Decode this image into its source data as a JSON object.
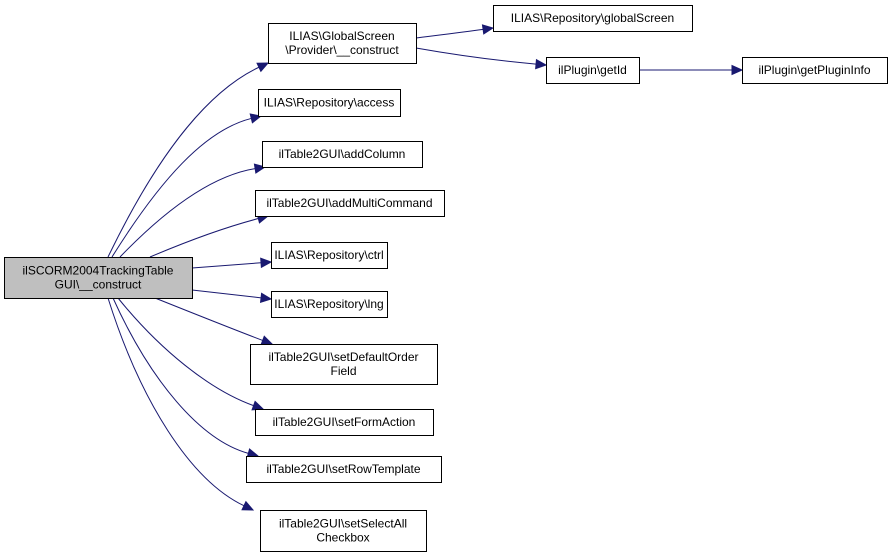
{
  "diagram": {
    "type": "call-graph",
    "edge_color": "#191970",
    "root_fill": "#bfbfbf",
    "node_fill": "#ffffff",
    "nodes": [
      {
        "id": "root",
        "lines": [
          "ilSCORM2004TrackingTable",
          "GUI\\__construct"
        ],
        "root": true
      },
      {
        "id": "gs_provider",
        "lines": [
          "ILIAS\\GlobalScreen",
          "\\Provider\\__construct"
        ]
      },
      {
        "id": "repo_access",
        "lines": [
          "ILIAS\\Repository\\access"
        ]
      },
      {
        "id": "add_column",
        "lines": [
          "ilTable2GUI\\addColumn"
        ]
      },
      {
        "id": "add_multi",
        "lines": [
          "ilTable2GUI\\addMultiCommand"
        ]
      },
      {
        "id": "repo_ctrl",
        "lines": [
          "ILIAS\\Repository\\ctrl"
        ]
      },
      {
        "id": "repo_lng",
        "lines": [
          "ILIAS\\Repository\\lng"
        ]
      },
      {
        "id": "set_default_order",
        "lines": [
          "ilTable2GUI\\setDefaultOrder",
          "Field"
        ]
      },
      {
        "id": "set_form_action",
        "lines": [
          "ilTable2GUI\\setFormAction"
        ]
      },
      {
        "id": "set_row_template",
        "lines": [
          "ilTable2GUI\\setRowTemplate"
        ]
      },
      {
        "id": "set_select_all",
        "lines": [
          "ilTable2GUI\\setSelectAll",
          "Checkbox"
        ]
      },
      {
        "id": "repo_global_screen",
        "lines": [
          "ILIAS\\Repository\\globalScreen"
        ]
      },
      {
        "id": "plugin_get_id",
        "lines": [
          "ilPlugin\\getId"
        ]
      },
      {
        "id": "plugin_get_info",
        "lines": [
          "ilPlugin\\getPluginInfo"
        ]
      }
    ],
    "edges": [
      {
        "from": "root",
        "to": "gs_provider"
      },
      {
        "from": "root",
        "to": "repo_access"
      },
      {
        "from": "root",
        "to": "add_column"
      },
      {
        "from": "root",
        "to": "add_multi"
      },
      {
        "from": "root",
        "to": "repo_ctrl"
      },
      {
        "from": "root",
        "to": "repo_lng"
      },
      {
        "from": "root",
        "to": "set_default_order"
      },
      {
        "from": "root",
        "to": "set_form_action"
      },
      {
        "from": "root",
        "to": "set_row_template"
      },
      {
        "from": "root",
        "to": "set_select_all"
      },
      {
        "from": "gs_provider",
        "to": "repo_global_screen"
      },
      {
        "from": "gs_provider",
        "to": "plugin_get_id"
      },
      {
        "from": "plugin_get_id",
        "to": "plugin_get_info"
      }
    ]
  }
}
